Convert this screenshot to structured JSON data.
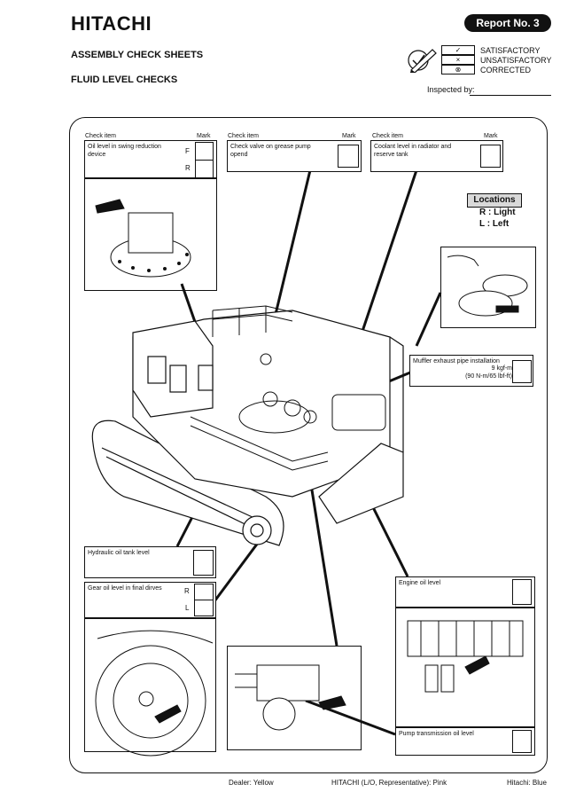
{
  "header": {
    "brand": "HITACHI",
    "report": "Report No. 3",
    "title1": "ASSEMBLY CHECK SHEETS",
    "title2": "FLUID LEVEL CHECKS",
    "inspected_by": "Inspected by:"
  },
  "legend": [
    {
      "symbol": "✓",
      "label": "SATISFACTORY"
    },
    {
      "symbol": "×",
      "label": "UNSATISFACTORY"
    },
    {
      "symbol": "⊗",
      "label": "CORRECTED"
    }
  ],
  "check_header": {
    "item": "Check item",
    "mark": "Mark"
  },
  "checks": {
    "swing": "Oil level in swing reduction device",
    "grease": "Check valve on grease pump opend",
    "coolant": "Coolant level in radiator and reserve tank",
    "muffler": "Muffler exhaust pipe installation",
    "muffler_v1": "9 kgf-m",
    "muffler_v2": "(90 N-m/65 lbf-ft)",
    "hydraulic": "Hydraulic oil tank level",
    "gear": "Gear oil level in final dirves",
    "engine": "Engine oil level",
    "pump": "Pump transmission oil level"
  },
  "marks": {
    "front": "F",
    "rear": "R",
    "right": "R",
    "left": "L"
  },
  "locations": {
    "title": "Locations",
    "r": "R  : Light",
    "l": "L  : Left"
  },
  "footer": {
    "dealer": "Dealer: Yellow",
    "hitachi_lo": "HITACHI (L/O, Representative): Pink",
    "hitachi": "Hitachi: Blue"
  }
}
